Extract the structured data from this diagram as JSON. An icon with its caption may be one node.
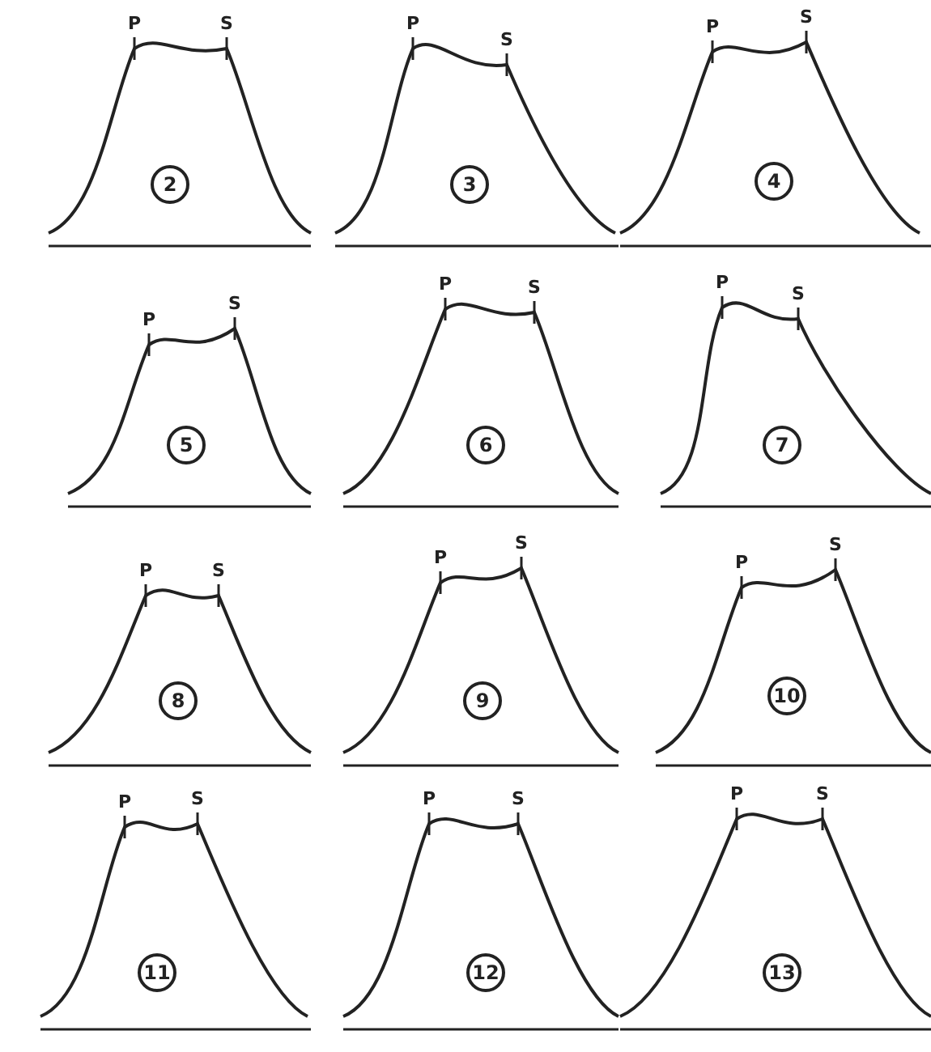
{
  "diagram": {
    "nodes": [
      {
        "text": [
          "2"
        ]
      },
      {
        "text": [
          "3"
        ]
      },
      {
        "text": [
          "4"
        ]
      },
      {
        "text": [
          "5"
        ]
      },
      {
        "text": [
          "6"
        ]
      },
      {
        "text": [
          "7"
        ]
      },
      {
        "text": [
          "8"
        ]
      },
      {
        "text": [
          "9"
        ]
      },
      {
        "text": [
          "10"
        ]
      },
      {
        "text": [
          "11"
        ]
      },
      {
        "text": [
          "12"
        ]
      },
      {
        "text": [
          "13"
        ]
      }
    ],
    "edges": [],
    "labels": [
      "P",
      "S",
      "P",
      "S",
      "P",
      "S",
      "P",
      "S",
      "P",
      "S",
      "P",
      "S",
      "P",
      "S",
      "P",
      "S",
      "P",
      "S",
      "P",
      "S",
      "P",
      "S",
      "P",
      "S"
    ]
  }
}
